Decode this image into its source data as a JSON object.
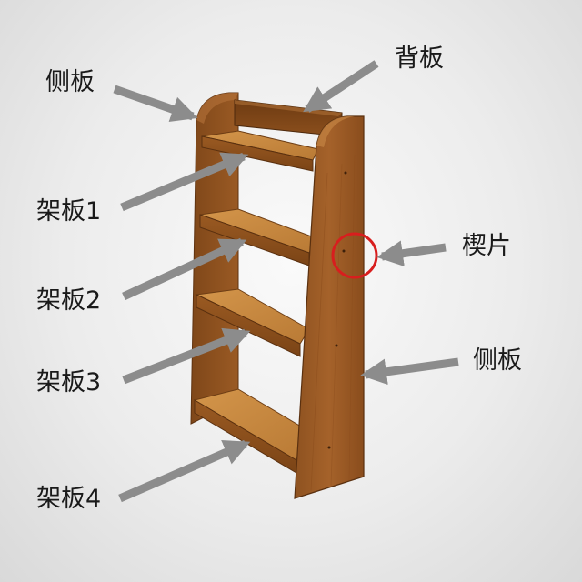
{
  "labels": {
    "side_panel_left": "侧板",
    "back_panel": "背板",
    "shelf_1": "架板1",
    "shelf_2": "架板2",
    "wedge": "楔片",
    "shelf_3": "架板3",
    "side_panel_right": "侧板",
    "shelf_4": "架板4"
  },
  "colors": {
    "wood_light": "#c98a3e",
    "wood_mid": "#a8652a",
    "wood_dark": "#7a4418",
    "arrow": "#8c8c8c",
    "highlight_circle": "#d81e1e",
    "text": "#1a1a1a"
  }
}
